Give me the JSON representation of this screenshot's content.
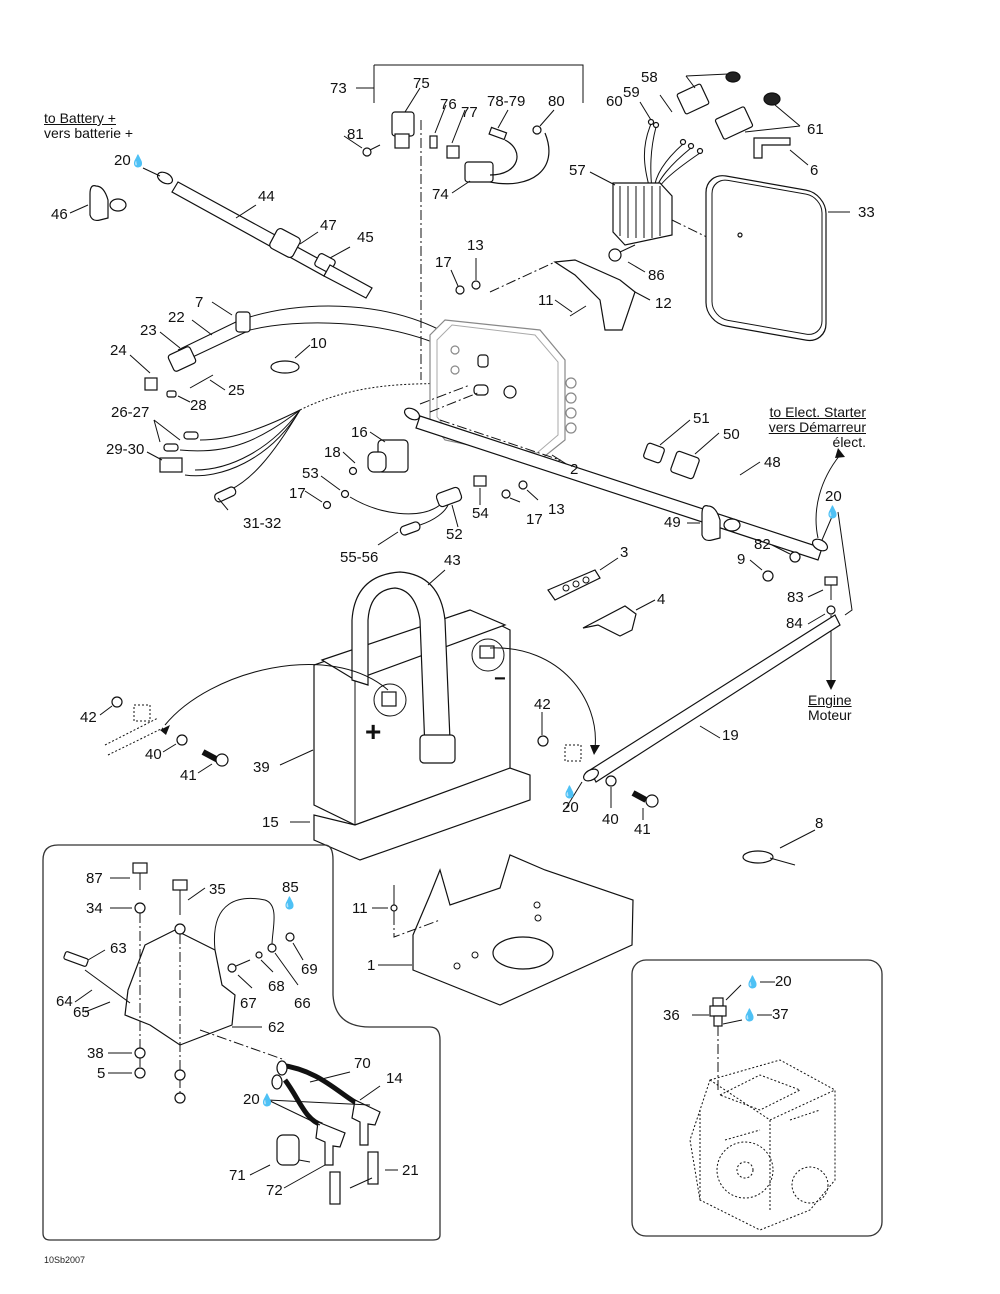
{
  "diagram": {
    "reference_code": "10Sb2007",
    "notes": {
      "battery_plus": {
        "line1": "to Battery +",
        "line2": "vers batterie +"
      },
      "starter": {
        "line1": "to Elect. Starter",
        "line2": "vers Démarreur",
        "line3": "élect."
      },
      "engine": {
        "line1": "Engine",
        "line2": "Moteur"
      }
    },
    "polarity": {
      "positive": "+",
      "negative": "−"
    },
    "drop_icon_label": "lubricant-drop",
    "callouts": {
      "c73": "73",
      "c75": "75",
      "c76": "76",
      "c77": "77",
      "c78_79": "78-79",
      "c80": "80",
      "c81": "81",
      "c74": "74",
      "c58": "58",
      "c59": "59",
      "c60": "60",
      "c61": "61",
      "c6": "6",
      "c57": "57",
      "c33": "33",
      "c86": "86",
      "c12": "12",
      "c11a": "11",
      "c13a": "13",
      "c17a": "17",
      "c20a": "20",
      "c44": "44",
      "c46": "46",
      "c47": "47",
      "c45": "45",
      "c7": "7",
      "c22": "22",
      "c23": "23",
      "c24": "24",
      "c10": "10",
      "c25": "25",
      "c28": "28",
      "c26_27": "26-27",
      "c29_30": "29-30",
      "c31_32": "31-32",
      "c16": "16",
      "c18": "18",
      "c53": "53",
      "c17b": "17",
      "c52": "52",
      "c54": "54",
      "c13b": "13",
      "c17c": "17",
      "c2": "2",
      "c55_56": "55-56",
      "c51": "51",
      "c50": "50",
      "c48": "48",
      "c49": "49",
      "c20b": "20",
      "c82": "82",
      "c9": "9",
      "c83": "83",
      "c84": "84",
      "c3": "3",
      "c4": "4",
      "c43": "43",
      "c42a": "42",
      "c40a": "40",
      "c41a": "41",
      "c39": "39",
      "c15": "15",
      "c42b": "42",
      "c19": "19",
      "c20c": "20",
      "c40b": "40",
      "c41b": "41",
      "c8": "8",
      "c11b": "11",
      "c1": "1",
      "c87": "87",
      "c35": "35",
      "c34": "34",
      "c85": "85",
      "c63": "63",
      "c64": "64",
      "c65": "65",
      "c67": "67",
      "c68": "68",
      "c69": "69",
      "c66": "66",
      "c62": "62",
      "c38": "38",
      "c5": "5",
      "c70": "70",
      "c14": "14",
      "c20d": "20",
      "c71": "71",
      "c72": "72",
      "c21": "21",
      "c20e": "20",
      "c36": "36",
      "c37": "37"
    }
  }
}
